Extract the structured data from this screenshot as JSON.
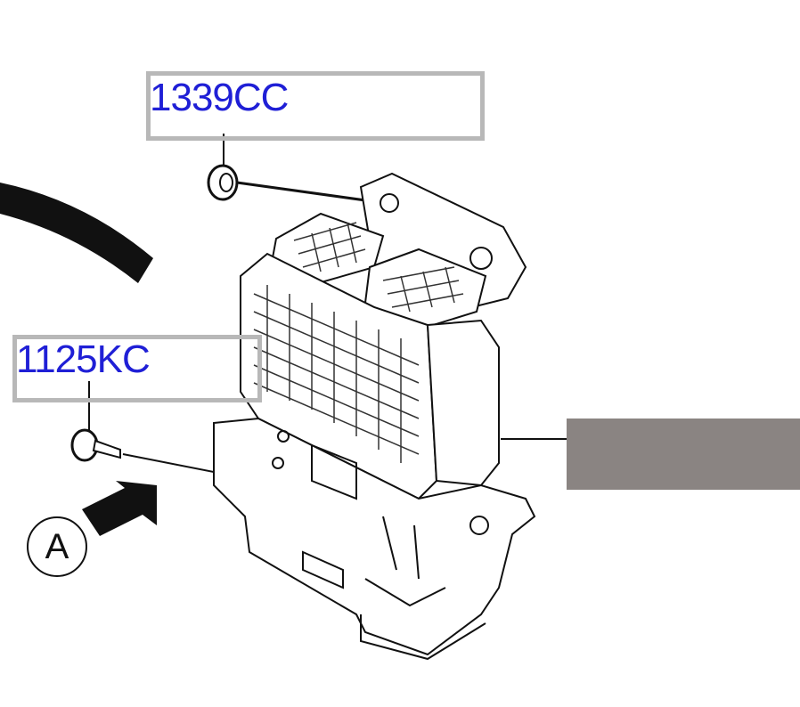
{
  "callouts": [
    {
      "id": "top",
      "part_number": "1339CC"
    },
    {
      "id": "left",
      "part_number": "1125KC"
    }
  ],
  "view_marker": "A",
  "colors": {
    "part_label": "#1f1fd6",
    "callout_border": "#b8b8b8",
    "redaction": "#8a8482",
    "line": "#111111"
  }
}
